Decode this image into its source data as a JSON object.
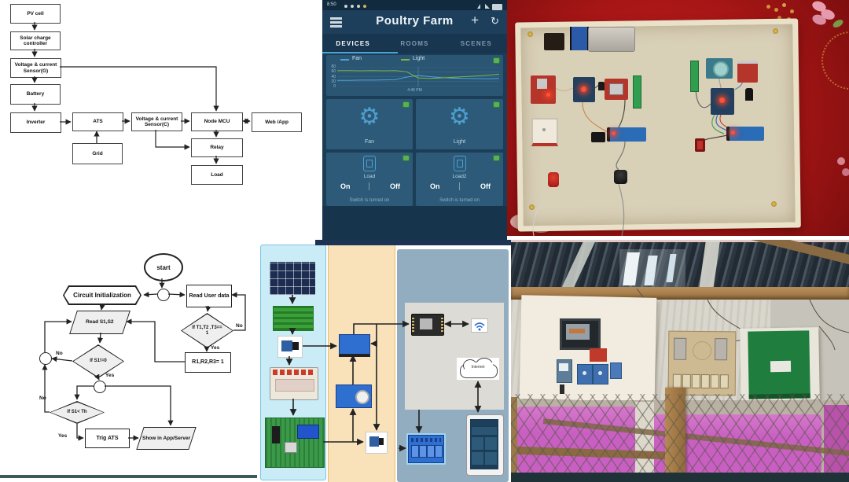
{
  "colors": {
    "app_accent_blue": "#4da3d6",
    "app_background": "#1c3d57",
    "online_green": "#58b157",
    "photo_red_cloth": "#b41717",
    "pink_fabric": "#c95fc2"
  },
  "block_diagram": {
    "nodes": {
      "pv_cell": "PV cell",
      "solar_charge": "Solar charge controller",
      "sensor_g": "Voltage & current Sensor(G)",
      "battery": "Battery",
      "inverter": "Inverter",
      "ats": "ATS",
      "grid": "Grid",
      "sensor_c": "Voltage & current Sensor(C)",
      "node_mcu": "Node MCU",
      "web_app": "Web /App",
      "relay": "Relay",
      "load": "Load"
    }
  },
  "app": {
    "status_time": "8:50",
    "title": "Poultry Farm",
    "tabs": [
      {
        "label": "DEVICES"
      },
      {
        "label": "ROOMS"
      },
      {
        "label": "SCENES"
      }
    ],
    "tiles": [
      {
        "label": "Fan"
      },
      {
        "label": "Light"
      },
      {
        "label": "Load",
        "on": "On",
        "off": "Off",
        "status": "Switch is turned on"
      },
      {
        "label": "Load2",
        "on": "On",
        "off": "Off",
        "status": "Switch is turned on"
      }
    ]
  },
  "chart_data": {
    "type": "line",
    "title": "",
    "xlabel": "",
    "ylabel": "",
    "x_tick_label": "4:46 PM",
    "ylim": [
      0,
      80
    ],
    "yticks": [
      0,
      20,
      40,
      60,
      80
    ],
    "grid": true,
    "legend_position": "top",
    "series": [
      {
        "name": "Fan",
        "color": "#4da3d6",
        "values": [
          25,
          25,
          26,
          26,
          27,
          28,
          38,
          45,
          40,
          36,
          34,
          33,
          32,
          31,
          33
        ]
      },
      {
        "name": "Light",
        "color": "#7cb342",
        "values": [
          65,
          65,
          64,
          65,
          64,
          65,
          60,
          35,
          33,
          35,
          37,
          40,
          43,
          46,
          50
        ]
      }
    ]
  },
  "flowchart": {
    "start": "start",
    "circuit_init": "Circuit Initialization",
    "read_user": "Read User data",
    "read_s": "Read S1,S2",
    "cond_t": "If T1,T2 ,T3== 1",
    "set_r": "R1,R2,R3= 1",
    "cond_s1": "If S1!=0",
    "cond_th": "If S1< Th",
    "trig_ats": "Trig ATS",
    "show": "Show in App/Server",
    "yes": "Yes",
    "no": "No"
  },
  "system_diagram": {
    "internet_label": "Internet"
  }
}
